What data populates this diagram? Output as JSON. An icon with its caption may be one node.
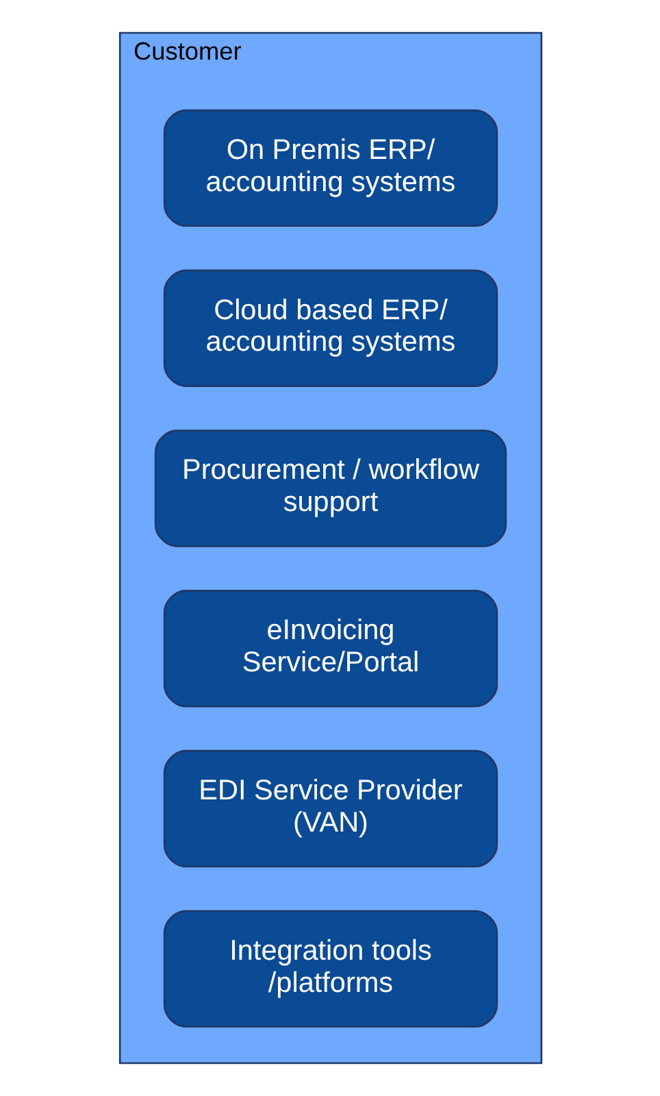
{
  "diagram": {
    "nodes": [
      {
        "text": [
          "Customer"
        ]
      },
      {
        "text": [
          "On Premis ERP/ accounting systems"
        ],
        "in": 0
      },
      {
        "text": [
          "Cloud based ERP/ accounting systems"
        ],
        "in": 0
      },
      {
        "text": [
          "Procurement / workflow support"
        ],
        "in": 0
      },
      {
        "text": [
          "eInvoicing Service/Portal"
        ],
        "in": 0
      },
      {
        "text": [
          "EDI Service Provider (VAN)"
        ],
        "in": 0
      },
      {
        "text": [
          "Integration tools /platforms"
        ],
        "in": 0
      }
    ]
  }
}
